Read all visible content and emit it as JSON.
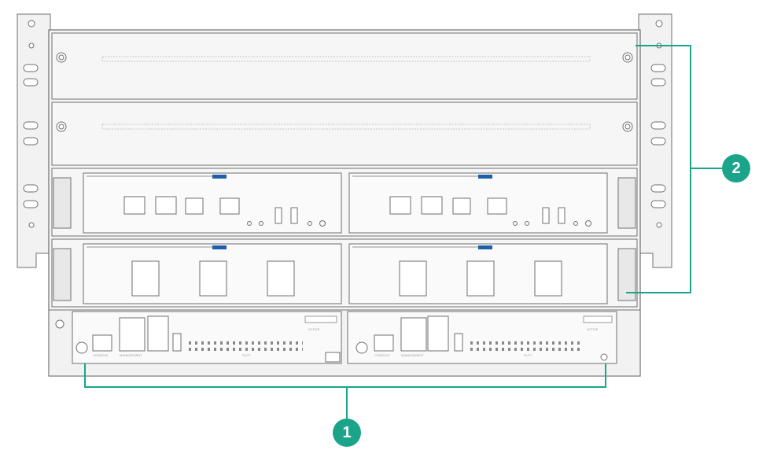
{
  "callouts": [
    {
      "number": "1",
      "color": "#1aa58a"
    },
    {
      "number": "2",
      "color": "#1aa58a"
    }
  ],
  "colors": {
    "callout_line": "#1aa58a",
    "chassis_fill": "#f2f2f2",
    "chassis_stroke": "#6f6f6f",
    "blue_latch": "#1f5fa8"
  },
  "card_labels": {
    "console": "CONSOLE",
    "management": "MANAGEMENT",
    "slot": "SLOT",
    "active": "ACTIVE"
  }
}
